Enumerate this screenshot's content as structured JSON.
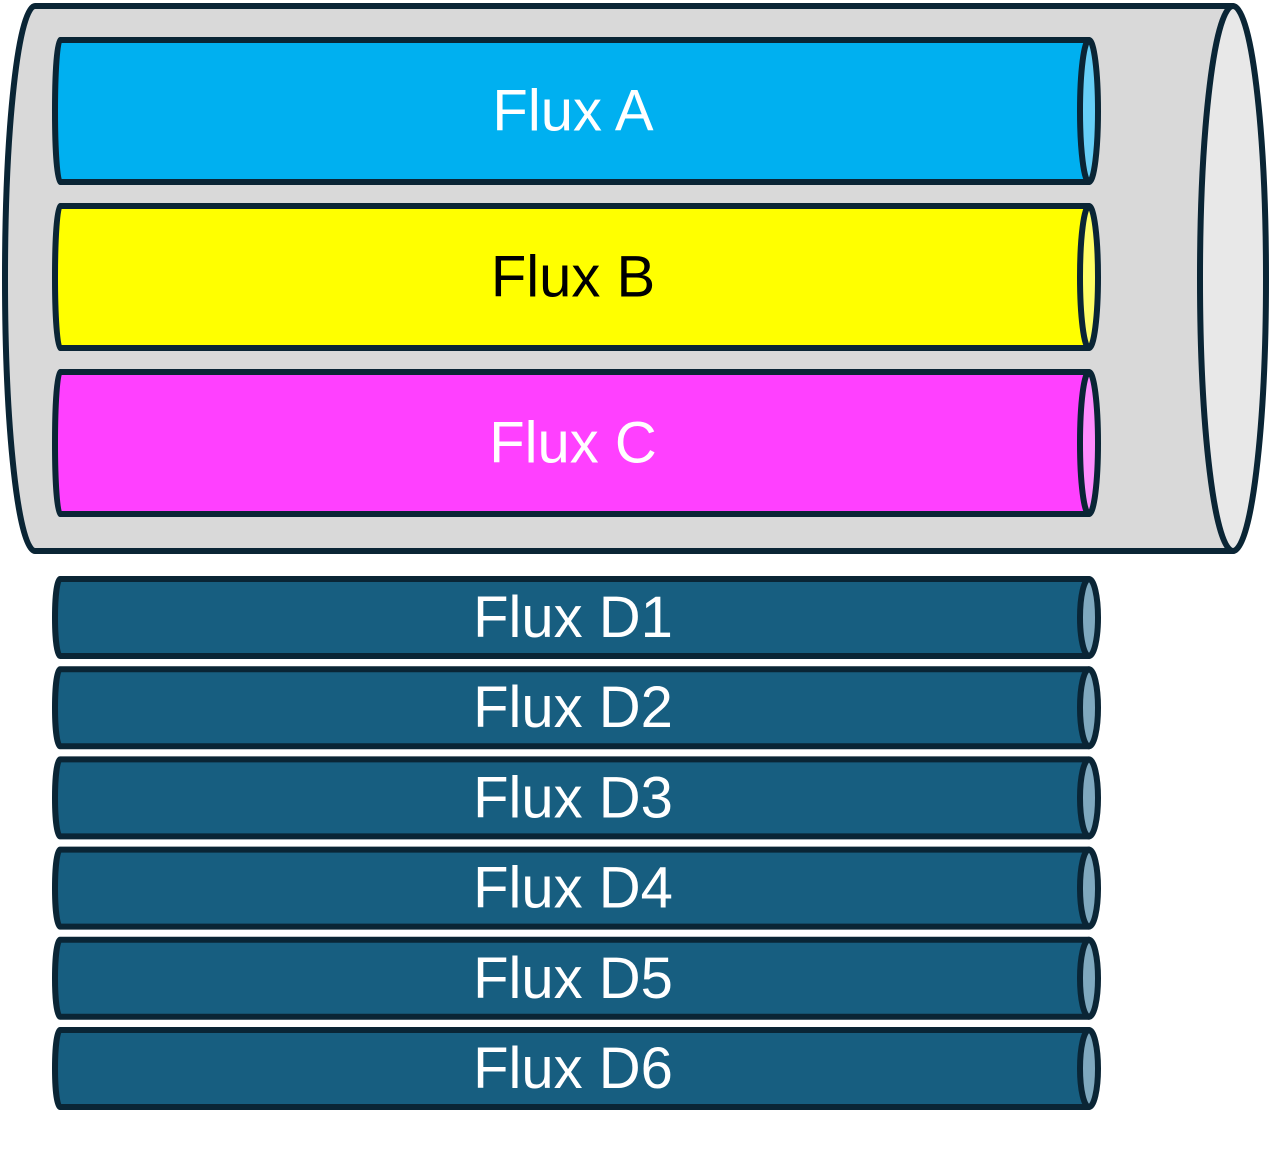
{
  "colors": {
    "stroke": "#0A2535",
    "outer_body": "#D9D9D9",
    "outer_end": "#E8E8E8",
    "d_fill": "#175E80",
    "d_cap": "#7FA9BF"
  },
  "upper_group": {
    "tubes": [
      {
        "label": "Flux A",
        "fill": "#00B0F0",
        "cap": "#66CFF7",
        "text_color": "#FFFFFF"
      },
      {
        "label": "Flux B",
        "fill": "#FFFF00",
        "cap": "#FFFF66",
        "text_color": "#000000"
      },
      {
        "label": "Flux C",
        "fill": "#FF40FF",
        "cap": "#FF8CFF",
        "text_color": "#FFFFFF"
      }
    ]
  },
  "lower_group": {
    "tubes": [
      {
        "label": "Flux D1"
      },
      {
        "label": "Flux D2"
      },
      {
        "label": "Flux D3"
      },
      {
        "label": "Flux D4"
      },
      {
        "label": "Flux D5"
      },
      {
        "label": "Flux D6"
      }
    ]
  }
}
